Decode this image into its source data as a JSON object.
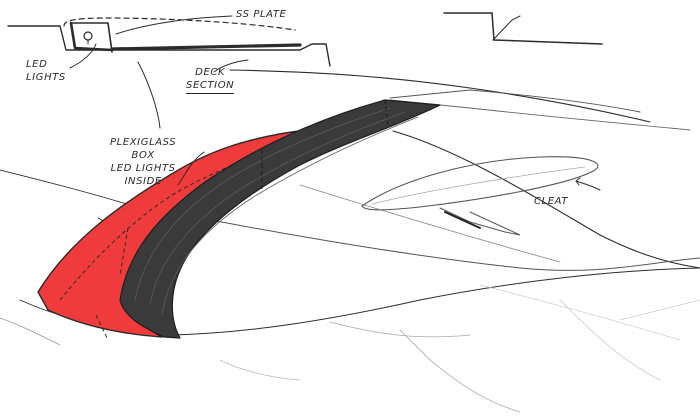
{
  "annotations": {
    "ss_plate": "SS PLATE",
    "led_lights": [
      "LED",
      "LIGHTS"
    ],
    "deck_section": [
      "DECK",
      "SECTION"
    ],
    "plexiglass": [
      "PLEXIGLASS",
      "BOX",
      "LED LIGHTS",
      "INSIDE"
    ],
    "cleat": "CLEAT"
  },
  "colors": {
    "plexiglass_red": "#ef3b3b",
    "dark_band": "#3a3a3a",
    "pencil": "#2b2b2b",
    "light_pencil": "#9a9a9a"
  }
}
